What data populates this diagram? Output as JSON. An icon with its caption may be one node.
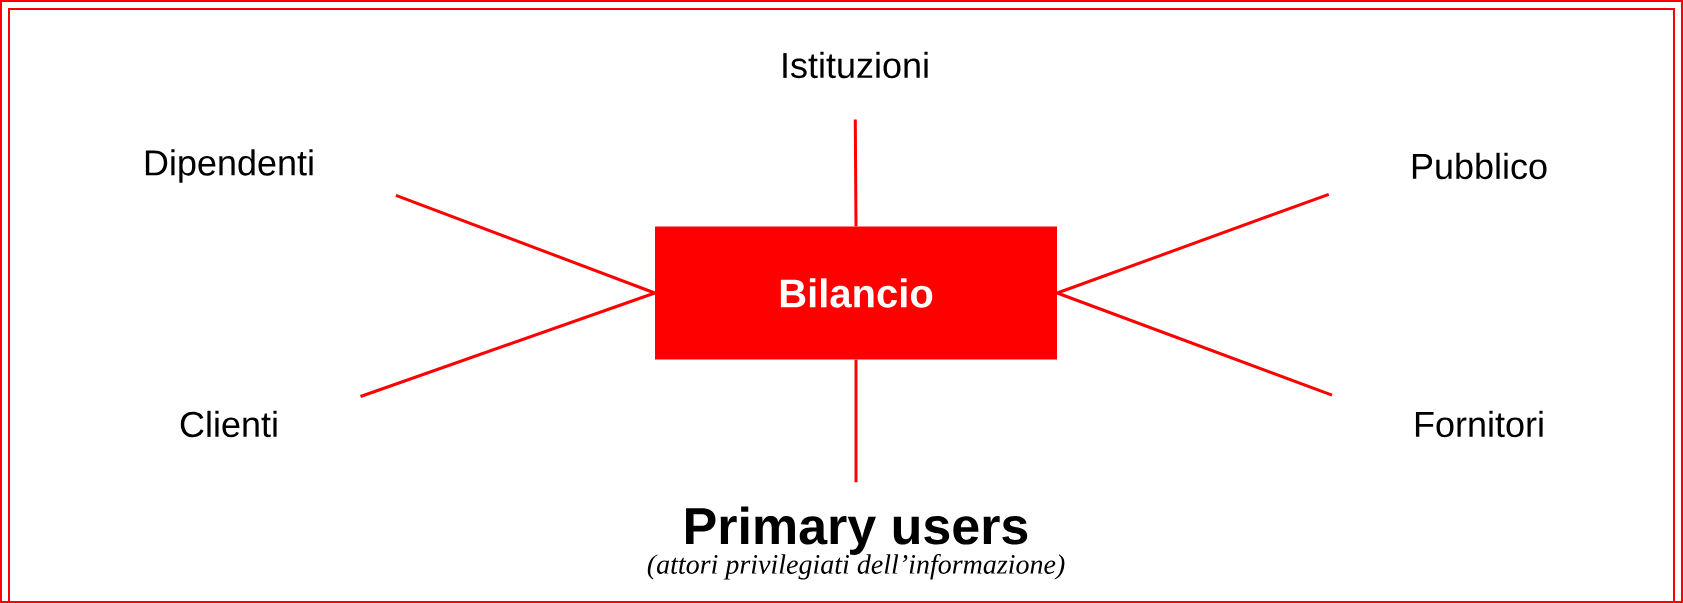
{
  "diagram": {
    "nodes": [
      {
        "text": [
          "Bilancio"
        ]
      },
      {
        "text": [
          "Istituzioni"
        ]
      },
      {
        "text": [
          "Dipendenti"
        ]
      },
      {
        "text": [
          "Pubblico"
        ]
      },
      {
        "text": [
          "Clienti"
        ]
      },
      {
        "text": [
          "Fornitori"
        ]
      },
      {
        "text": [
          "Primary users",
          "(attori privilegiati dell’informazione)"
        ]
      }
    ],
    "edges": [
      {
        "from": 0,
        "to": 1,
        "arrow": "none"
      },
      {
        "from": 0,
        "to": 2,
        "arrow": "none"
      },
      {
        "from": 0,
        "to": 3,
        "arrow": "none"
      },
      {
        "from": 0,
        "to": 4,
        "arrow": "none"
      },
      {
        "from": 0,
        "to": 5,
        "arrow": "none"
      },
      {
        "from": 0,
        "to": 6,
        "arrow": "none"
      }
    ]
  }
}
